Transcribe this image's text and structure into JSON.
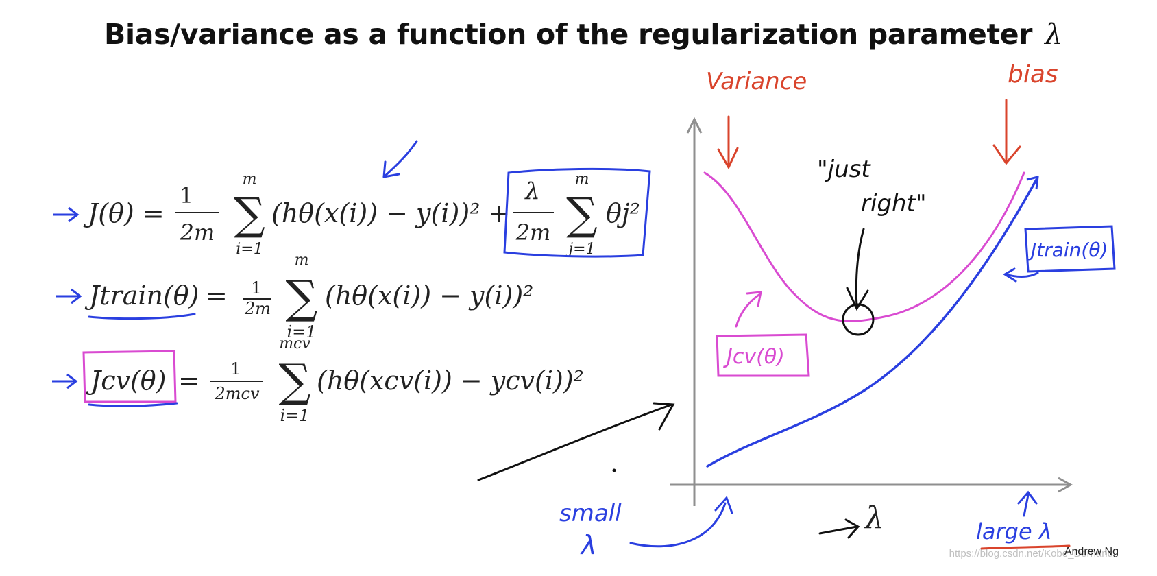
{
  "title": {
    "text": "Bias/variance as a function of the regularization parameter",
    "symbol": "λ"
  },
  "equations": {
    "j_theta": {
      "lhs": "J(θ) =",
      "frac1_num": "1",
      "frac1_den": "2m",
      "sum_top": "m",
      "sum_bottom": "i=1",
      "sum_symbol": "∑",
      "term": "(hθ(x(i)) − y(i))² +",
      "reg_num": "λ",
      "reg_den": "2m",
      "reg_sum_top": "m",
      "reg_sum_bottom": "j=1",
      "reg_term": "θj²"
    },
    "j_train": {
      "lhs": "Jtrain(θ)",
      "eq": "=",
      "frac_num": "1",
      "frac_den": "2m",
      "sum_top": "m",
      "sum_bottom": "i=1",
      "term": "(hθ(x(i)) − y(i))²"
    },
    "j_cv": {
      "lhs": "Jcv(θ)",
      "eq": "=",
      "frac_num": "1",
      "frac_den": "2mcv",
      "sum_top": "mcv",
      "sum_bottom": "i=1",
      "term": "(hθ(xcv(i)) − ycv(i))²"
    }
  },
  "annotations": {
    "variance": "Variance",
    "bias": "bias",
    "just_right_line1": "\"just",
    "just_right_line2": "right\"",
    "jtrain_label": "Jtrain(θ)",
    "jcv_label": "Jcv(θ)",
    "small_lambda_line1": "small",
    "small_lambda_line2": "λ",
    "large_lambda": "large λ",
    "x_axis_label": "λ"
  },
  "footer": {
    "author": "Andrew Ng",
    "watermark": "https://blog.csdn.net/Kobe_Dorhand"
  },
  "colors": {
    "blue_ink": "#2a3fe0",
    "magenta_ink": "#d94bd1",
    "red_ink": "#d9442c",
    "black_ink": "#111111",
    "axis": "#8f8f8f"
  }
}
